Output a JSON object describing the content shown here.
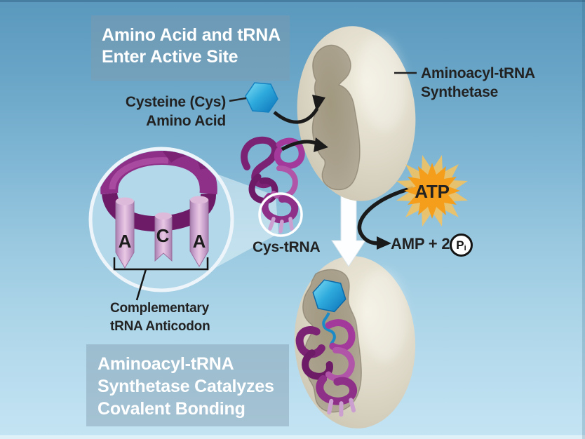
{
  "step1_banner": {
    "line1": "Amino Acid and tRNA",
    "line2": "Enter Active Site"
  },
  "cysteine_label": {
    "line1": "Cysteine (Cys)",
    "line2": "Amino Acid"
  },
  "synthetase_label": {
    "line1": "Aminoacyl-tRNA",
    "line2": "Synthetase"
  },
  "atp_label": "ATP",
  "amp_label": {
    "text": "AMP +  2",
    "p": "P",
    "i": "i"
  },
  "cys_trna_label": "Cys-tRNA",
  "anticodon_inset": {
    "letters": [
      "A",
      "C",
      "A"
    ]
  },
  "anticodon_label": {
    "line1": "Complementary",
    "line2": "tRNA Anticodon"
  },
  "step2_banner": {
    "line1": "Aminoacyl-tRNA",
    "line2": "Synthetase Catalyzes",
    "line3": "Covalent Bonding"
  },
  "colors": {
    "background_top": "#5a98bd",
    "background_bottom": "#c4e4f3",
    "banner_text": "#ffffff",
    "label_text": "#222222",
    "enzyme_body": "#d8d3c2",
    "active_site": "#aba28f",
    "trna_purple": "#8e2f88",
    "amino_acid_blue": "#2aa6dc",
    "atp_orange": "#f59e1b",
    "anticodon_cylinder": "#dcb4d9"
  }
}
